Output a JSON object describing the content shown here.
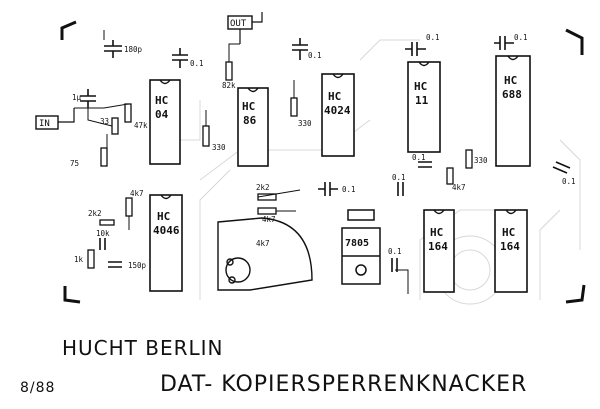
{
  "chips": [
    {
      "id": "u1",
      "line1": "HC",
      "line2": "04"
    },
    {
      "id": "u2",
      "line1": "HC",
      "line2": "86"
    },
    {
      "id": "u3",
      "line1": "HC",
      "line2": "4024"
    },
    {
      "id": "u4",
      "line1": "HC",
      "line2": "11"
    },
    {
      "id": "u5",
      "line1": "HC",
      "line2": "688"
    },
    {
      "id": "u6",
      "line1": "HC",
      "line2": "4046"
    },
    {
      "id": "u7",
      "line1": "HC",
      "line2": "164"
    },
    {
      "id": "u8",
      "line1": "HC",
      "line2": "164"
    }
  ],
  "regulator": {
    "label": "7805"
  },
  "connectors": {
    "input": "IN",
    "output": "OUT"
  },
  "components": {
    "c_top_left": "180p",
    "c_top_mid": "0.1",
    "r_top_mid": "82k",
    "c_top_4024": "0.1",
    "c_top_11": "0.1",
    "c_top_688": "0.1",
    "c_input": "1μ",
    "r_input_33": "33",
    "r_input_47k": "47k",
    "r_input_75": "75",
    "r_04_330": "330",
    "r_86_330": "330",
    "r_mid_330": "330",
    "c_right_01": "0.1",
    "c_right_01b": "0.1",
    "r_right_4k7": "4k7",
    "c_far_right": "0.1",
    "r_4046_4k7": "4k7",
    "r_4046_2k2": "2k2",
    "c_4046_10k": "10k",
    "r_4046_1k": "1k",
    "c_4046_150p": "150p",
    "r_center_2k2": "2k2",
    "r_center_4k7": "4k7",
    "c_center_01": "0.1",
    "c_regulator_01": "0.1",
    "trimmer": "4k7"
  },
  "footer": {
    "author": "HUCHT  BERLIN",
    "date": "8/88",
    "title": "DAT-  KOPIERSPERRENKNACKER"
  }
}
